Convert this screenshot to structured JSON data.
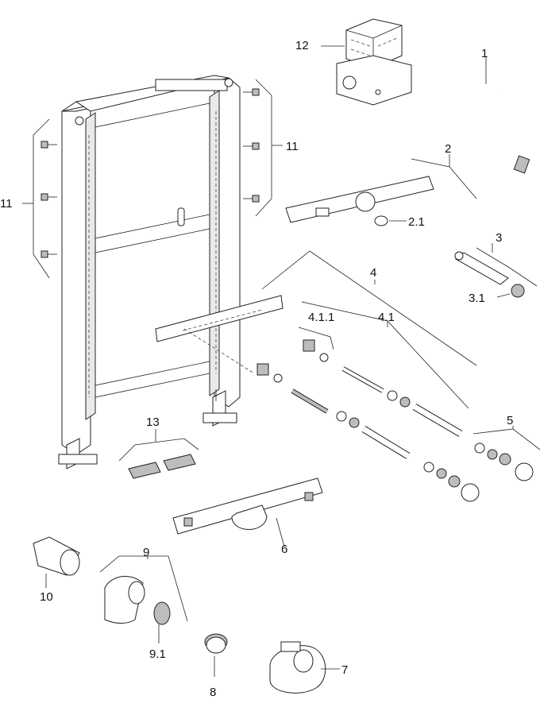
{
  "labels": {
    "p1": "1",
    "p2": "2",
    "p2_1": "2.1",
    "p3": "3",
    "p3_1": "3.1",
    "p4": "4",
    "p4_1": "4.1",
    "p4_1_1": "4.1.1",
    "p5": "5",
    "p6": "6",
    "p7": "7",
    "p8": "8",
    "p9": "9",
    "p9_1": "9.1",
    "p10": "10",
    "p11_left": "11",
    "p11_right": "11",
    "p12": "12",
    "p13": "13"
  }
}
